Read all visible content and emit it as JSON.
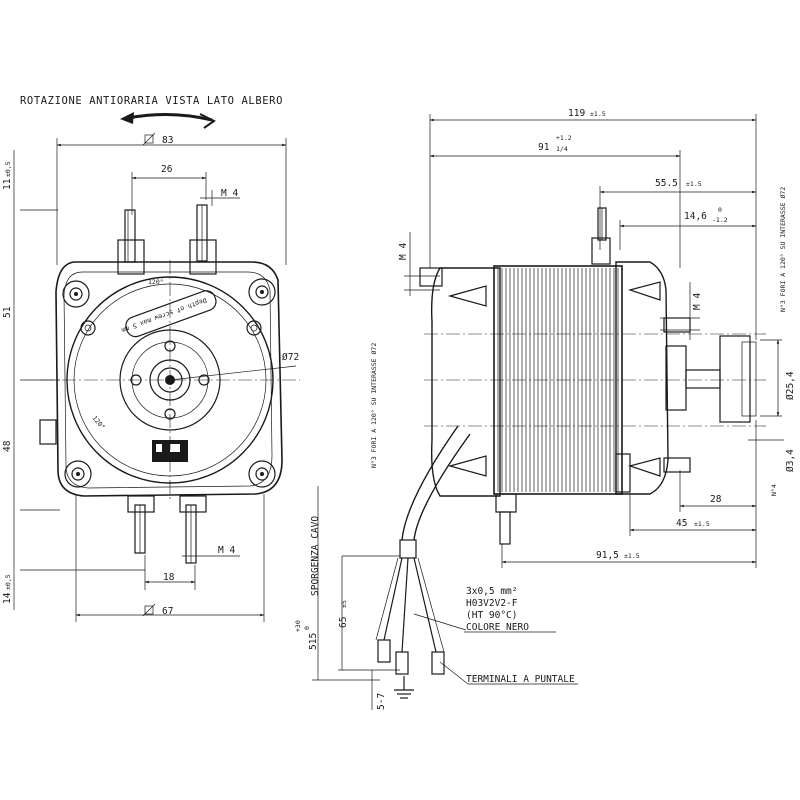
{
  "front_view": {
    "title": "ROTAZIONE ANTIORARIA VISTA LATO ALBERO",
    "dim_top_flange": "83",
    "dim_top_holes": "26",
    "dim_m4_top": "M 4",
    "dim_11": "11",
    "dim_11_tol": "±0,5",
    "dim_51": "51",
    "dim_48": "48",
    "dim_14": "14",
    "dim_14_tol": "±0,5",
    "dim_bottom_holes": "18",
    "dim_m4_bottom": "M 4",
    "dim_bottom_flange": "67",
    "dim_diameter_72": "Ø72",
    "angle_top": "120°",
    "angle_left": "120°",
    "screw_note": "Depth of screw max 5 mm",
    "diameter_symbol": "⌀"
  },
  "side_view": {
    "dim_119": "119",
    "dim_119_tol": "±1.5",
    "dim_91": "91",
    "dim_91_frac": "1/4",
    "dim_91_tol": "+1.2",
    "dim_55_5": "55.5",
    "dim_55_5_tol": "±1.5",
    "dim_14_6": "14,6",
    "dim_14_6_tol_top": "0",
    "dim_14_6_tol_bot": "-1.2",
    "dim_m4_left": "M 4",
    "dim_m4_right": "M 4",
    "dim_25_4": "Ø25,4",
    "dim_3_4": "Ø3,4",
    "dim_28": "28",
    "dim_45": "45",
    "dim_45_tol": "±1.5",
    "dim_91_5": "91,5",
    "dim_91_5_tol": "±1.5",
    "note_holes_left": "N°3 FORI A 120° SU INTERASSE Ø72",
    "note_holes_right": "N°3 FORI A 120° SU INTERASSE Ø72",
    "note_holes_n4": "N°4",
    "cable_spec_1": "3x0,5 mm²",
    "cable_spec_2": "H03V2V2-F",
    "cable_spec_3": "(HT 90°C)",
    "cable_spec_4": "COLORE NERO",
    "terminals": "TERMINALI A PUNTALE",
    "cable_length": "515",
    "cable_length_tol_top": "+30",
    "cable_length_tol_bot": "0",
    "cable_label": "SPORGENZA CAVO",
    "dim_65": "65",
    "dim_65_tol": "±5",
    "dim_5_7": "5-7"
  }
}
